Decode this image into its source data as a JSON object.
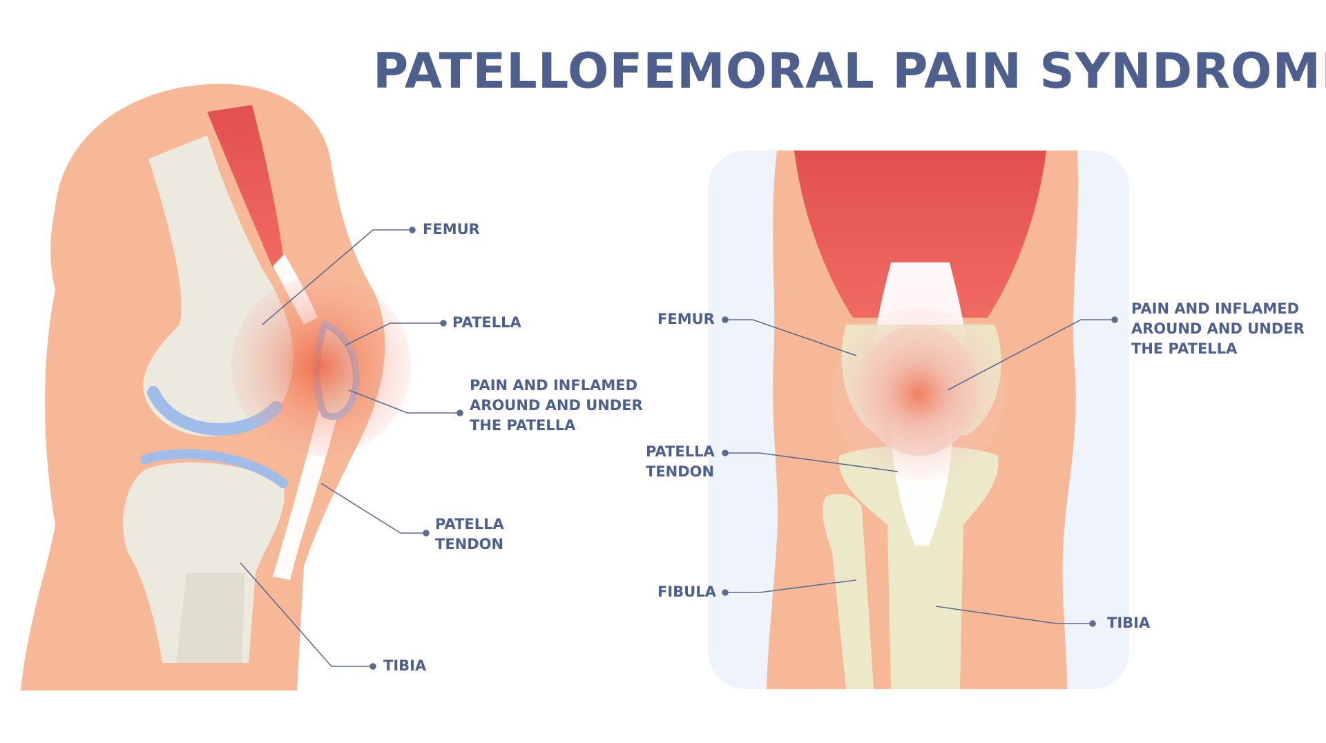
{
  "title": "PATELLOFEMORAL PAIN SYNDROME",
  "side_view": {
    "labels": {
      "femur": [
        "FEMUR"
      ],
      "patella": [
        "PATELLA"
      ],
      "pain": [
        "PAIN AND INFLAMED",
        "AROUND AND UNDER",
        "THE PATELLA"
      ],
      "patella_tendon": [
        "PATELLA",
        "TENDON"
      ],
      "tibia": [
        "TIBIA"
      ]
    }
  },
  "front_view": {
    "labels": {
      "femur": [
        "FEMUR"
      ],
      "patella_tendon": [
        "PATELLA",
        "TENDON"
      ],
      "fibula": [
        "FIBULA"
      ],
      "pain": [
        "PAIN AND INFLAMED",
        "AROUND AND UNDER",
        "THE PATELLA"
      ],
      "tibia": [
        "TIBIA"
      ]
    }
  },
  "colors": {
    "text": "#4d5f8c",
    "skin": "#f6b896",
    "bone": "#ece9df",
    "cartilage": "#9fbde8",
    "muscle": "#e95b5f",
    "inflammation": "#f0603c",
    "panel": "#eef3fc",
    "leader": "#5e6b8e"
  }
}
